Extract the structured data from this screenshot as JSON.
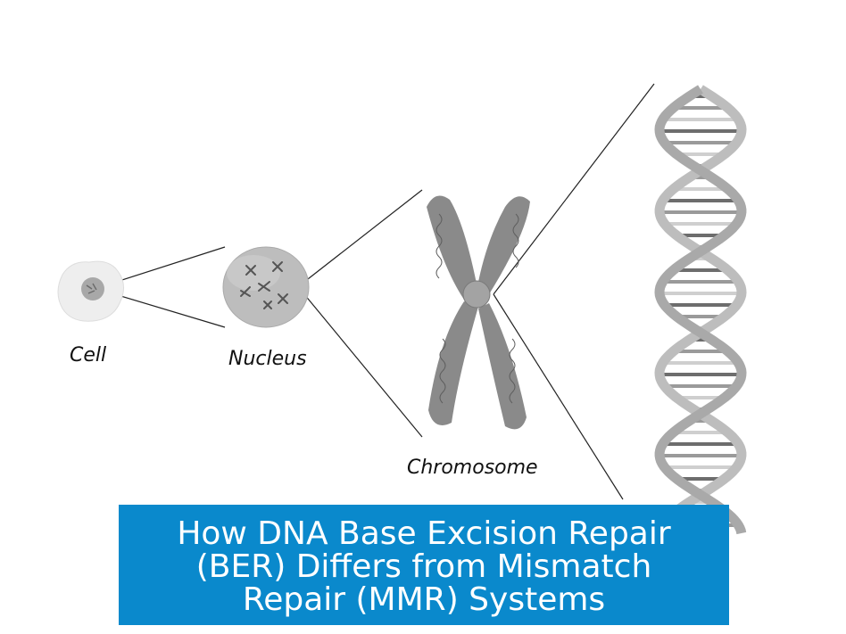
{
  "labels": {
    "cell": "Cell",
    "nucleus": "Nucleus",
    "chromosome": "Chromosome"
  },
  "title": "How DNA Base Excision Repair (BER) Differs from Mismatch Repair (MMR) Systems",
  "colors": {
    "banner": "#0a89cc",
    "banner_text": "#ffffff",
    "chromosome": "#8a8a8a",
    "dna_light": "#cfcfcf",
    "dna_dark": "#6d6d6d"
  }
}
